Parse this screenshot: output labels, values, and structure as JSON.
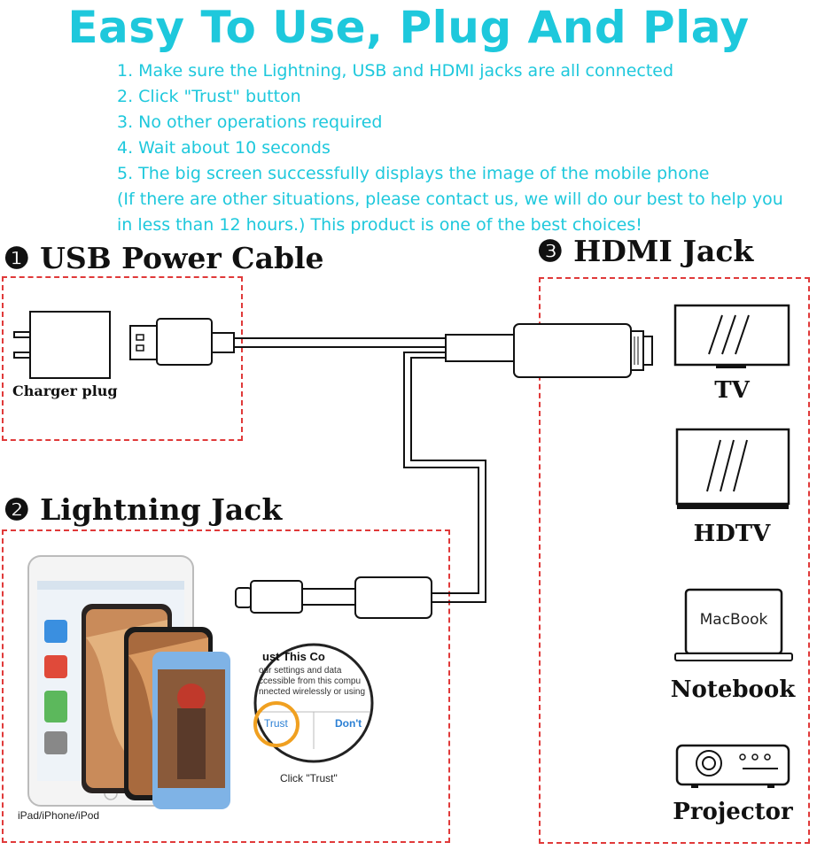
{
  "title": "Easy To Use, Plug And Play",
  "steps": [
    "1. Make sure the Lightning, USB and HDMI jacks are all connected",
    "2. Click \"Trust\" button",
    "3. No other operations required",
    "4. Wait about 10 seconds",
    "5. The big screen successfully displays the image of the mobile phone"
  ],
  "note": "(If there are other situations, please contact us, we will do our best to help you in less than 12 hours.) This product is one of the best choices!",
  "sections": {
    "usb": {
      "number": "❶",
      "title": "USB Power Cable",
      "charger_label": "Charger plug"
    },
    "lightning": {
      "number": "❷",
      "title": "Lightning Jack",
      "devices_label": "iPad/iPhone/iPod",
      "trust_popup": {
        "heading": "ust This Co",
        "body": "our settings and data ccessible from this compu nnected wirelessly or using",
        "trust_button": "Trust",
        "dont_button": "Don't",
        "caption": "Click \"Trust\""
      }
    },
    "hdmi": {
      "number": "❸",
      "title": "HDMI Jack"
    }
  },
  "devices": [
    {
      "label": "TV",
      "icon": "tv-icon"
    },
    {
      "label": "HDTV",
      "icon": "hdtv-icon"
    },
    {
      "label": "Notebook",
      "icon": "notebook-icon",
      "screen_text": "MacBook"
    },
    {
      "label": "Projector",
      "icon": "projector-icon"
    }
  ],
  "colors": {
    "accent": "#1ec8dc",
    "dash_border": "#e03a3a",
    "trust_ring": "#f0a020"
  }
}
